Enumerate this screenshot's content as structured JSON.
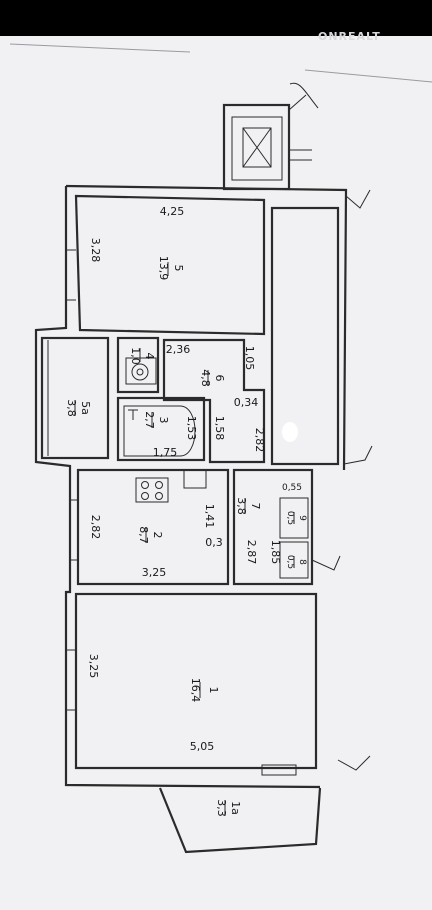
{
  "watermark": "ONREALT",
  "rooms": [
    {
      "id": "5",
      "name": "5",
      "area": "13,9",
      "w": "4,25",
      "h": "3,28"
    },
    {
      "id": "5a",
      "name": "5а",
      "area": "3,8"
    },
    {
      "id": "4",
      "name": "4",
      "area": "1,0"
    },
    {
      "id": "3",
      "name": "3",
      "area": "2,7",
      "d1": "1,53",
      "d2": "1,75"
    },
    {
      "id": "6",
      "name": "6",
      "area": "4,8",
      "d1": "2,36",
      "d2": "1,05",
      "d3": "0,34",
      "d4": "2,82",
      "d5": "1,58"
    },
    {
      "id": "2",
      "name": "2",
      "area": "8,7",
      "w": "3,25",
      "h": "2,82",
      "d1": "1,41",
      "d2": "0,3"
    },
    {
      "id": "7",
      "name": "7",
      "area": "3,8",
      "d1": "0,55",
      "d2": "2,87",
      "d3": "1,85"
    },
    {
      "id": "8",
      "name": "8",
      "area": "0,5"
    },
    {
      "id": "9",
      "name": "9",
      "area": "0,5"
    },
    {
      "id": "1",
      "name": "1",
      "area": "16,4",
      "w": "5,05",
      "h": "3,25"
    },
    {
      "id": "1a",
      "name": "1а",
      "area": "3,3"
    }
  ]
}
